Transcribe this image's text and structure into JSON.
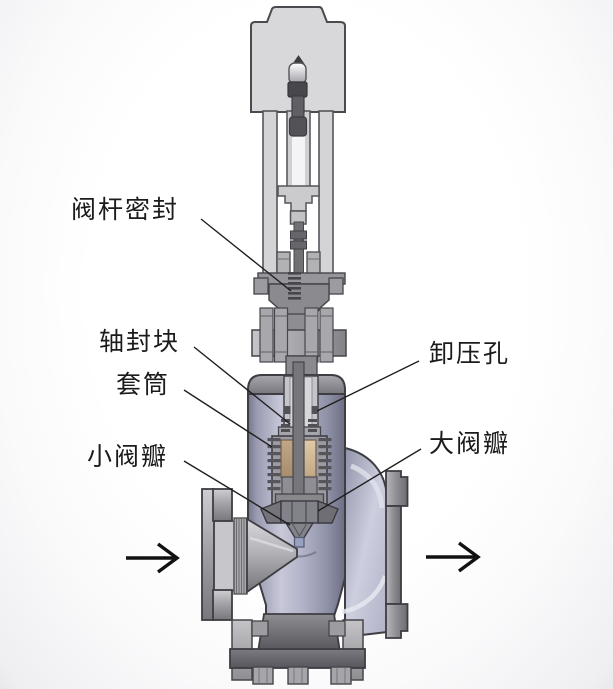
{
  "diagram": {
    "type": "valve cross-section technical illustration",
    "labels": [
      {
        "id": "valve-stem-seal",
        "text": "阀杆密封"
      },
      {
        "id": "shaft-seal-block",
        "text": "轴封块"
      },
      {
        "id": "sleeve",
        "text": "套筒"
      },
      {
        "id": "small-valve-disc",
        "text": "小阀瓣"
      },
      {
        "id": "pressure-relief-hole",
        "text": "卸压孔"
      },
      {
        "id": "large-valve-disc",
        "text": "大阀瓣"
      }
    ],
    "flow_arrows": [
      {
        "side": "left",
        "direction": "right"
      },
      {
        "side": "right",
        "direction": "right"
      }
    ],
    "colors": {
      "body_lavender": "#b0b1c6",
      "trim_sleeve_tan": "#cdb492",
      "metal_gray": "#97979b",
      "actuator_gray": "#d7d7d9",
      "dark_hardware": "#636367",
      "outline": "#3d3d42",
      "label_text": "#1b1b1b",
      "leader_line": "#1f1f1f"
    }
  }
}
